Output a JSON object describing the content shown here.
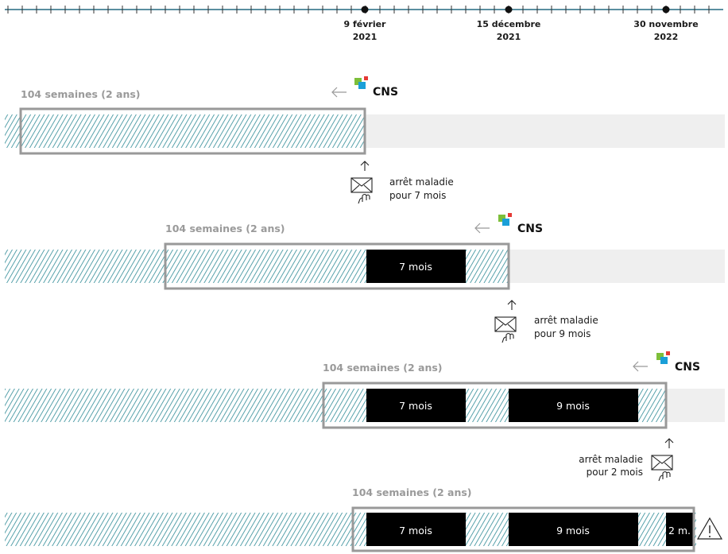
{
  "timeline": {
    "dates": [
      {
        "line1": "9 février",
        "line2": "2021"
      },
      {
        "line1": "15 décembre",
        "line2": "2021"
      },
      {
        "line1": "30 novembre",
        "line2": "2022"
      }
    ]
  },
  "window_label": "104 semaines (2 ans)",
  "cns": {
    "text": "CNS",
    "icon": "cns-logo-icon",
    "arrow_icon": "arrow-left-icon"
  },
  "rows": [
    {
      "window_label": "104 semaines (2 ans)",
      "periods": []
    },
    {
      "window_label": "104 semaines (2 ans)",
      "periods": [
        "7 mois"
      ]
    },
    {
      "window_label": "104 semaines (2 ans)",
      "periods": [
        "7 mois",
        "9 mois"
      ]
    },
    {
      "window_label": "104 semaines (2 ans)",
      "periods": [
        "7 mois",
        "9 mois",
        "2 m."
      ]
    }
  ],
  "notes": [
    {
      "line1": "arrêt maladie",
      "line2": "pour 7 mois"
    },
    {
      "line1": "arrêt maladie",
      "line2": "pour 9 mois"
    },
    {
      "line1": "arrêt maladie",
      "line2": "pour 2 mois"
    }
  ],
  "icons": {
    "letter": "envelope-hand-icon",
    "up_arrow": "arrow-up-icon",
    "warning": "warning-icon"
  },
  "colors": {
    "hatch": "#2e8a96",
    "period": "#000000",
    "window_border": "#999999",
    "track": "#efefef",
    "timeline": "#5a8fa0"
  }
}
